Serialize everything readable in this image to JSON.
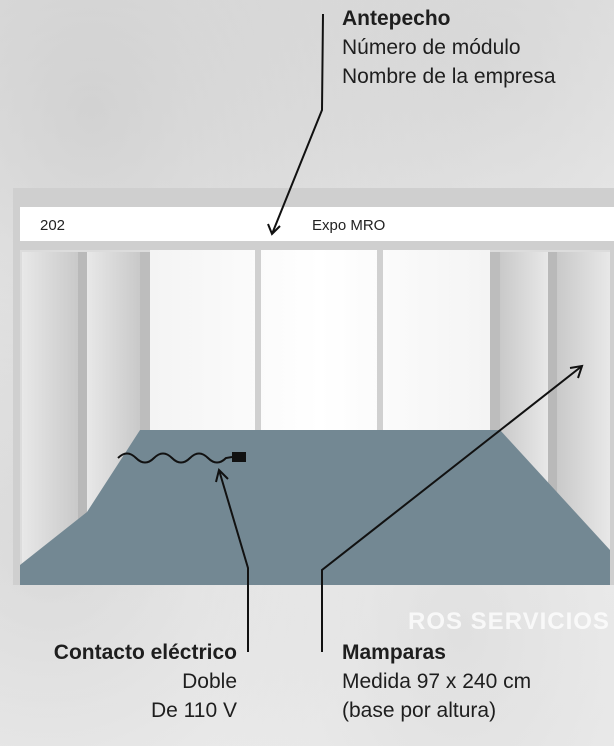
{
  "background_text": "ROS SERVICIOS",
  "fascia": {
    "number": "202",
    "company": "Expo MRO"
  },
  "callouts": {
    "antepecho": {
      "title": "Antepecho",
      "lines": [
        "Número de módulo",
        "Nombre de la empresa"
      ]
    },
    "contacto": {
      "title": "Contacto eléctrico",
      "lines": [
        "Doble",
        "De 110 V"
      ]
    },
    "mamparas": {
      "title": "Mamparas",
      "lines": [
        "Medida 97 x 240 cm",
        "(base por altura)"
      ]
    }
  },
  "colors": {
    "floor": "#738893",
    "panel": "#d9d9d9",
    "fascia": "#ffffff",
    "text": "#1e1e1e"
  }
}
